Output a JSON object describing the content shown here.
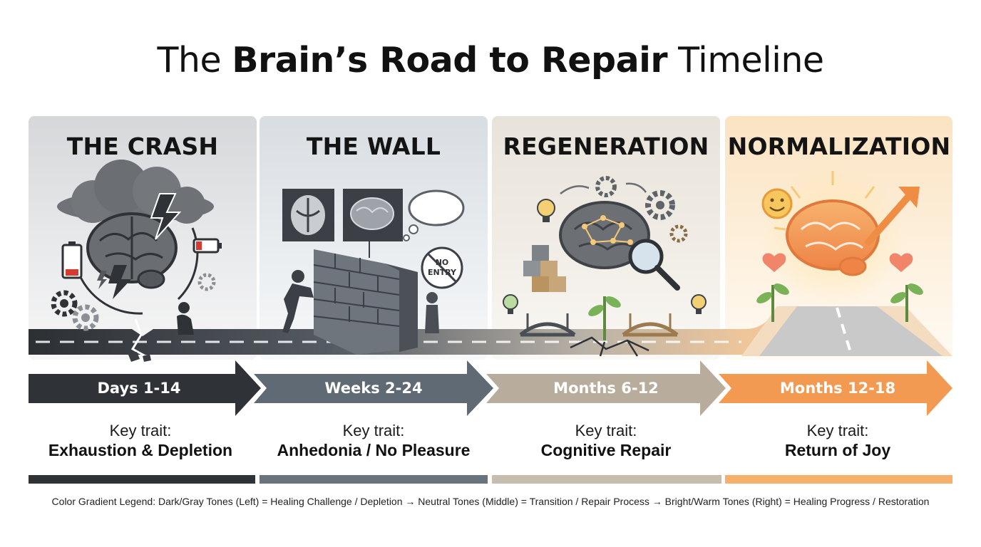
{
  "title": {
    "prefix": "The",
    "bold": "Brain’s Road to Repair",
    "suffix": "Timeline"
  },
  "stages": [
    {
      "name": "THE CRASH",
      "period": "Days 1-14",
      "trait_label": "Key trait:",
      "trait": "Exhaustion & Depletion"
    },
    {
      "name": "THE WALL",
      "period": "Weeks 2-24",
      "trait_label": "Key trait:",
      "trait": "Anhedonia / No Pleasure"
    },
    {
      "name": "REGENERATION",
      "period": "Months 6-12",
      "trait_label": "Key trait:",
      "trait": "Cognitive Repair"
    },
    {
      "name": "NORMALIZATION",
      "period": "Months 12-18",
      "trait_label": "Key trait:",
      "trait": "Return of Joy"
    }
  ],
  "sign": {
    "line1": "NO",
    "line2": "ENTRY"
  },
  "legend": "Color Gradient Legend: Dark/Gray Tones (Left) = Healing Challenge / Depletion → Neutral Tones (Middle) = Transition / Repair Process → Bright/Warm Tones (Right) = Healing Progress / Restoration",
  "colors": {
    "dark": "#2f3237",
    "slate": "#5f6a74",
    "neutral": "#b8ad9c",
    "warm": "#f39a52"
  },
  "icons": [
    "storm-cloud-icon",
    "brain-icon",
    "lightning-icon",
    "battery-icon",
    "gear-icon",
    "brick-wall-icon",
    "brain-scan-icon",
    "thought-bubble-icon",
    "no-entry-sign-icon",
    "lightbulb-icon",
    "magnifier-icon",
    "bridge-icon",
    "sprout-icon",
    "smiley-icon",
    "heart-icon",
    "up-arrow-icon",
    "road-icon"
  ]
}
